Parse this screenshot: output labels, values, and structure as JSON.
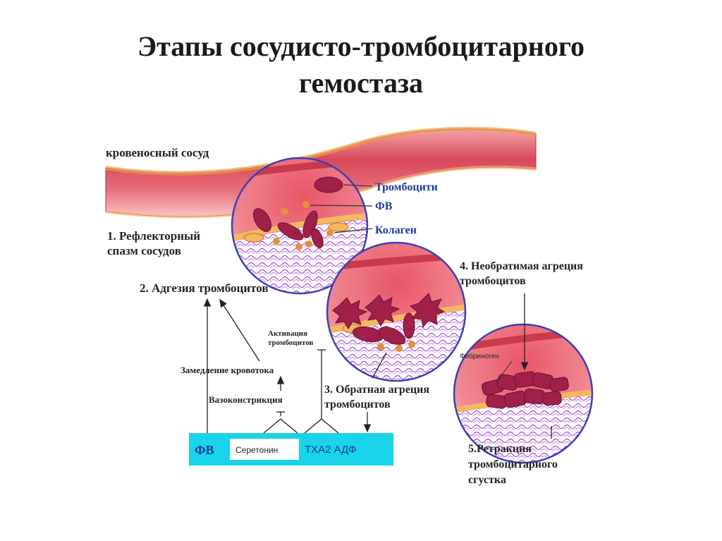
{
  "title": {
    "line1": "Этапы сосудисто-тромбоцитарного",
    "line2": "гемостаза"
  },
  "diagram": {
    "vessel_label": "кровеносный сосуд",
    "callouts": {
      "platelets": "Тромбоцити",
      "fv": "ФВ",
      "collagen": "Колаген"
    },
    "stage1": {
      "line1": "1. Рефлекторный",
      "line2": "спазм сосудов"
    },
    "stage2": "2. Адгезия тромбоцитов",
    "stage3": {
      "line1": "3. Обратная агреция",
      "line2": "тромбоцитов"
    },
    "stage4": {
      "line1": "4. Необратимая агреция",
      "line2": "тромбоцитов"
    },
    "stage5": {
      "line1": "5.Ретракция",
      "line2": "тромбоцитарного",
      "line3": "сгустка"
    },
    "activation": {
      "line1": "Активация",
      "line2": "тромбоцитов"
    },
    "slowdown": "Замедление кровотока",
    "vasoconstriction": "Вазоконстрикция",
    "fibrinogen": "Фибриноген",
    "bar": {
      "fv": "ФВ",
      "serotonin": "Серетонин",
      "txa2": "ТХА2 АДФ"
    },
    "colors": {
      "vessel_red": "#d8485a",
      "bar_cyan": "#19d3e8",
      "platelet": "#a0204a",
      "circle_border": "#3b3fb6",
      "callout_blue": "#1a3a9a"
    }
  }
}
